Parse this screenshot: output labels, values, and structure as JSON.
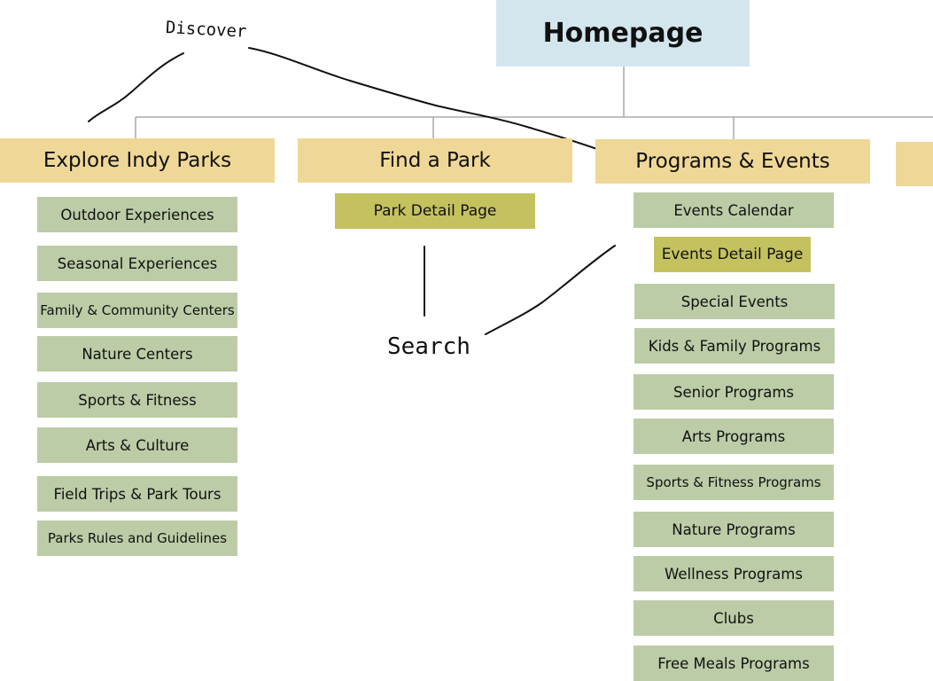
{
  "root": {
    "label": "Homepage"
  },
  "sections": [
    {
      "label": "Explore Indy Parks",
      "items": [
        "Outdoor Experiences",
        "Seasonal Experiences",
        "Family & Community Centers",
        "Nature Centers",
        "Sports & Fitness",
        "Arts & Culture",
        "Field Trips & Park Tours",
        "Parks Rules and Guidelines"
      ]
    },
    {
      "label": "Find a Park",
      "detail": "Park Detail Page"
    },
    {
      "label": "Programs & Events",
      "items": [
        "Events Calendar",
        "Special Events",
        "Kids & Family Programs",
        "Senior Programs",
        "Arts Programs",
        "Sports & Fitness Programs",
        "Nature Programs",
        "Wellness Programs",
        "Clubs",
        "Free Meals Programs"
      ],
      "detail": "Events Detail Page"
    }
  ],
  "annotations": {
    "discover": "Discover",
    "search": "Search"
  },
  "colors": {
    "root": "#d3e6ee",
    "section": "#efd897",
    "item": "#bccca7",
    "detail": "#c4c25f",
    "connector": "#9a9a9a",
    "ink": "#111111"
  }
}
